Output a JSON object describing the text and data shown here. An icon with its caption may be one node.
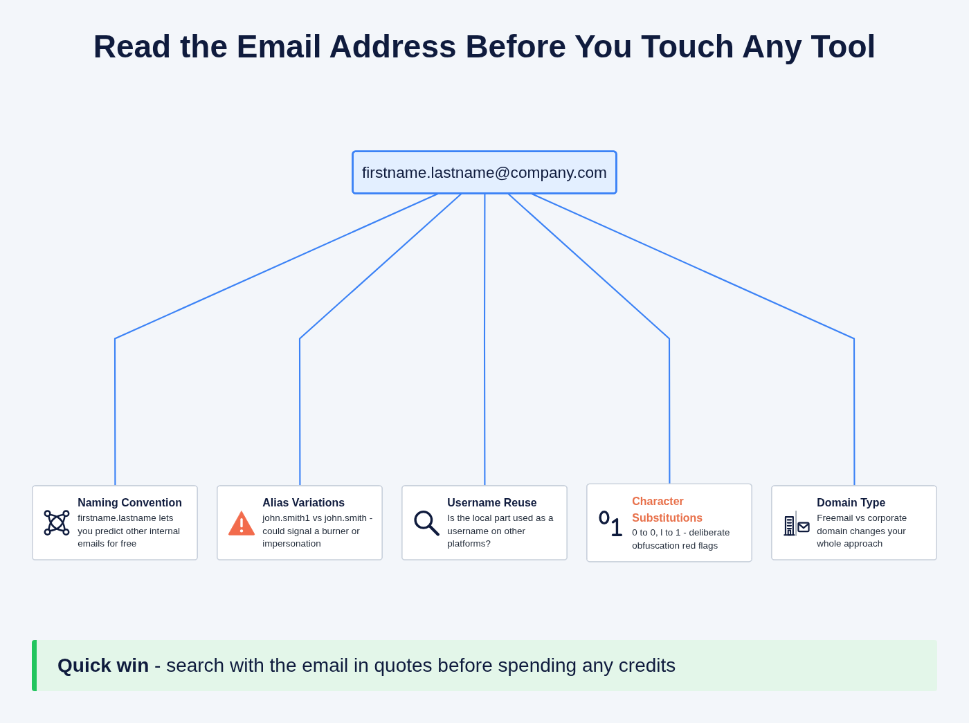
{
  "diagram": {
    "title": "Read the Email Address Before You Touch Any Tool",
    "nodes": [
      {
        "text": [
          "firstname.lastname@company.com"
        ]
      },
      {
        "text": [
          "Naming Convention",
          "firstname.lastname lets you predict other internal emails for free"
        ]
      },
      {
        "text": [
          "Domain Type",
          "Freemail vs corporate domain changes your whole approach"
        ]
      },
      {
        "text": [
          "Alias Variations",
          "john.smith1 vs john.smith - could signal a burner or impersonation"
        ]
      },
      {
        "text": [
          "Character Substitutions",
          "0 to 0, l to 1 - deliberate obfuscation red flags"
        ]
      },
      {
        "text": [
          "Username Reuse",
          "Is the local part used as a username on other platforms?"
        ]
      }
    ],
    "edges": [
      {
        "from": 0,
        "to": 1,
        "arrow": "none"
      },
      {
        "from": 0,
        "to": 3,
        "arrow": "none"
      },
      {
        "from": 0,
        "to": 5,
        "arrow": "none"
      },
      {
        "from": 0,
        "to": 4,
        "arrow": "none"
      },
      {
        "from": 0,
        "to": 2,
        "arrow": "none"
      }
    ],
    "labels": [
      "**Quick win** - search with the email in quotes before spending any credits"
    ]
  }
}
